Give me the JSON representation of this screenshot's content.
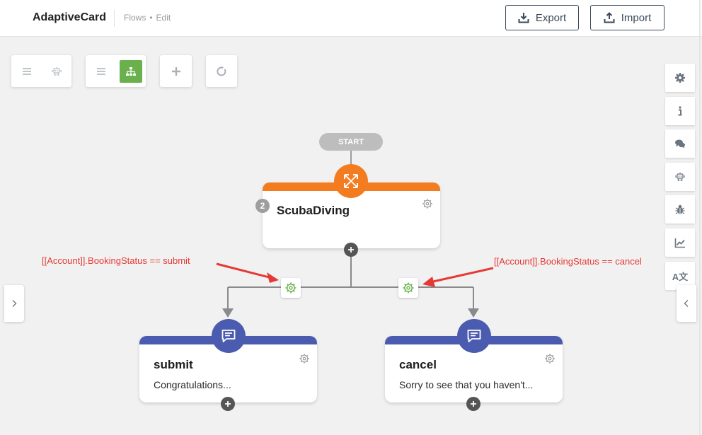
{
  "header": {
    "app_title": "AdaptiveCard",
    "breadcrumb": {
      "section": "Flows",
      "separator": "•",
      "page": "Edit"
    },
    "export_label": "Export",
    "import_label": "Import"
  },
  "toolbar": {
    "groups": [
      {
        "buttons": [
          "menu-icon",
          "robot-icon"
        ]
      },
      {
        "buttons": [
          "menu-icon",
          "sitemap-icon"
        ],
        "active": "sitemap-icon"
      },
      {
        "buttons": [
          "plus-icon"
        ]
      },
      {
        "buttons": [
          "refresh-icon"
        ]
      }
    ]
  },
  "right_panel": {
    "buttons": [
      "gear-icon",
      "info-icon",
      "comments-icon",
      "robot-icon",
      "bug-icon",
      "chart-icon",
      "translate-icon"
    ],
    "translate_glyph": "A文"
  },
  "flow": {
    "start_label": "START",
    "main_node": {
      "badge": "2",
      "title": "ScubaDiving",
      "icon": "expand-arrows-icon"
    },
    "branches": [
      {
        "title": "submit",
        "subtitle": "Congratulations...",
        "icon": "message-icon",
        "condition_note": "[[Account]].BookingStatus == submit"
      },
      {
        "title": "cancel",
        "subtitle": "Sorry to see that you haven't...",
        "icon": "message-icon",
        "condition_note": "[[Account]].BookingStatus == cancel"
      }
    ]
  },
  "colors": {
    "accent_orange": "#f47c20",
    "node_blue": "#4b5bb0",
    "active_green": "#6ab04c",
    "condition_green": "#6ab04c",
    "annotation_red": "#e53935"
  }
}
